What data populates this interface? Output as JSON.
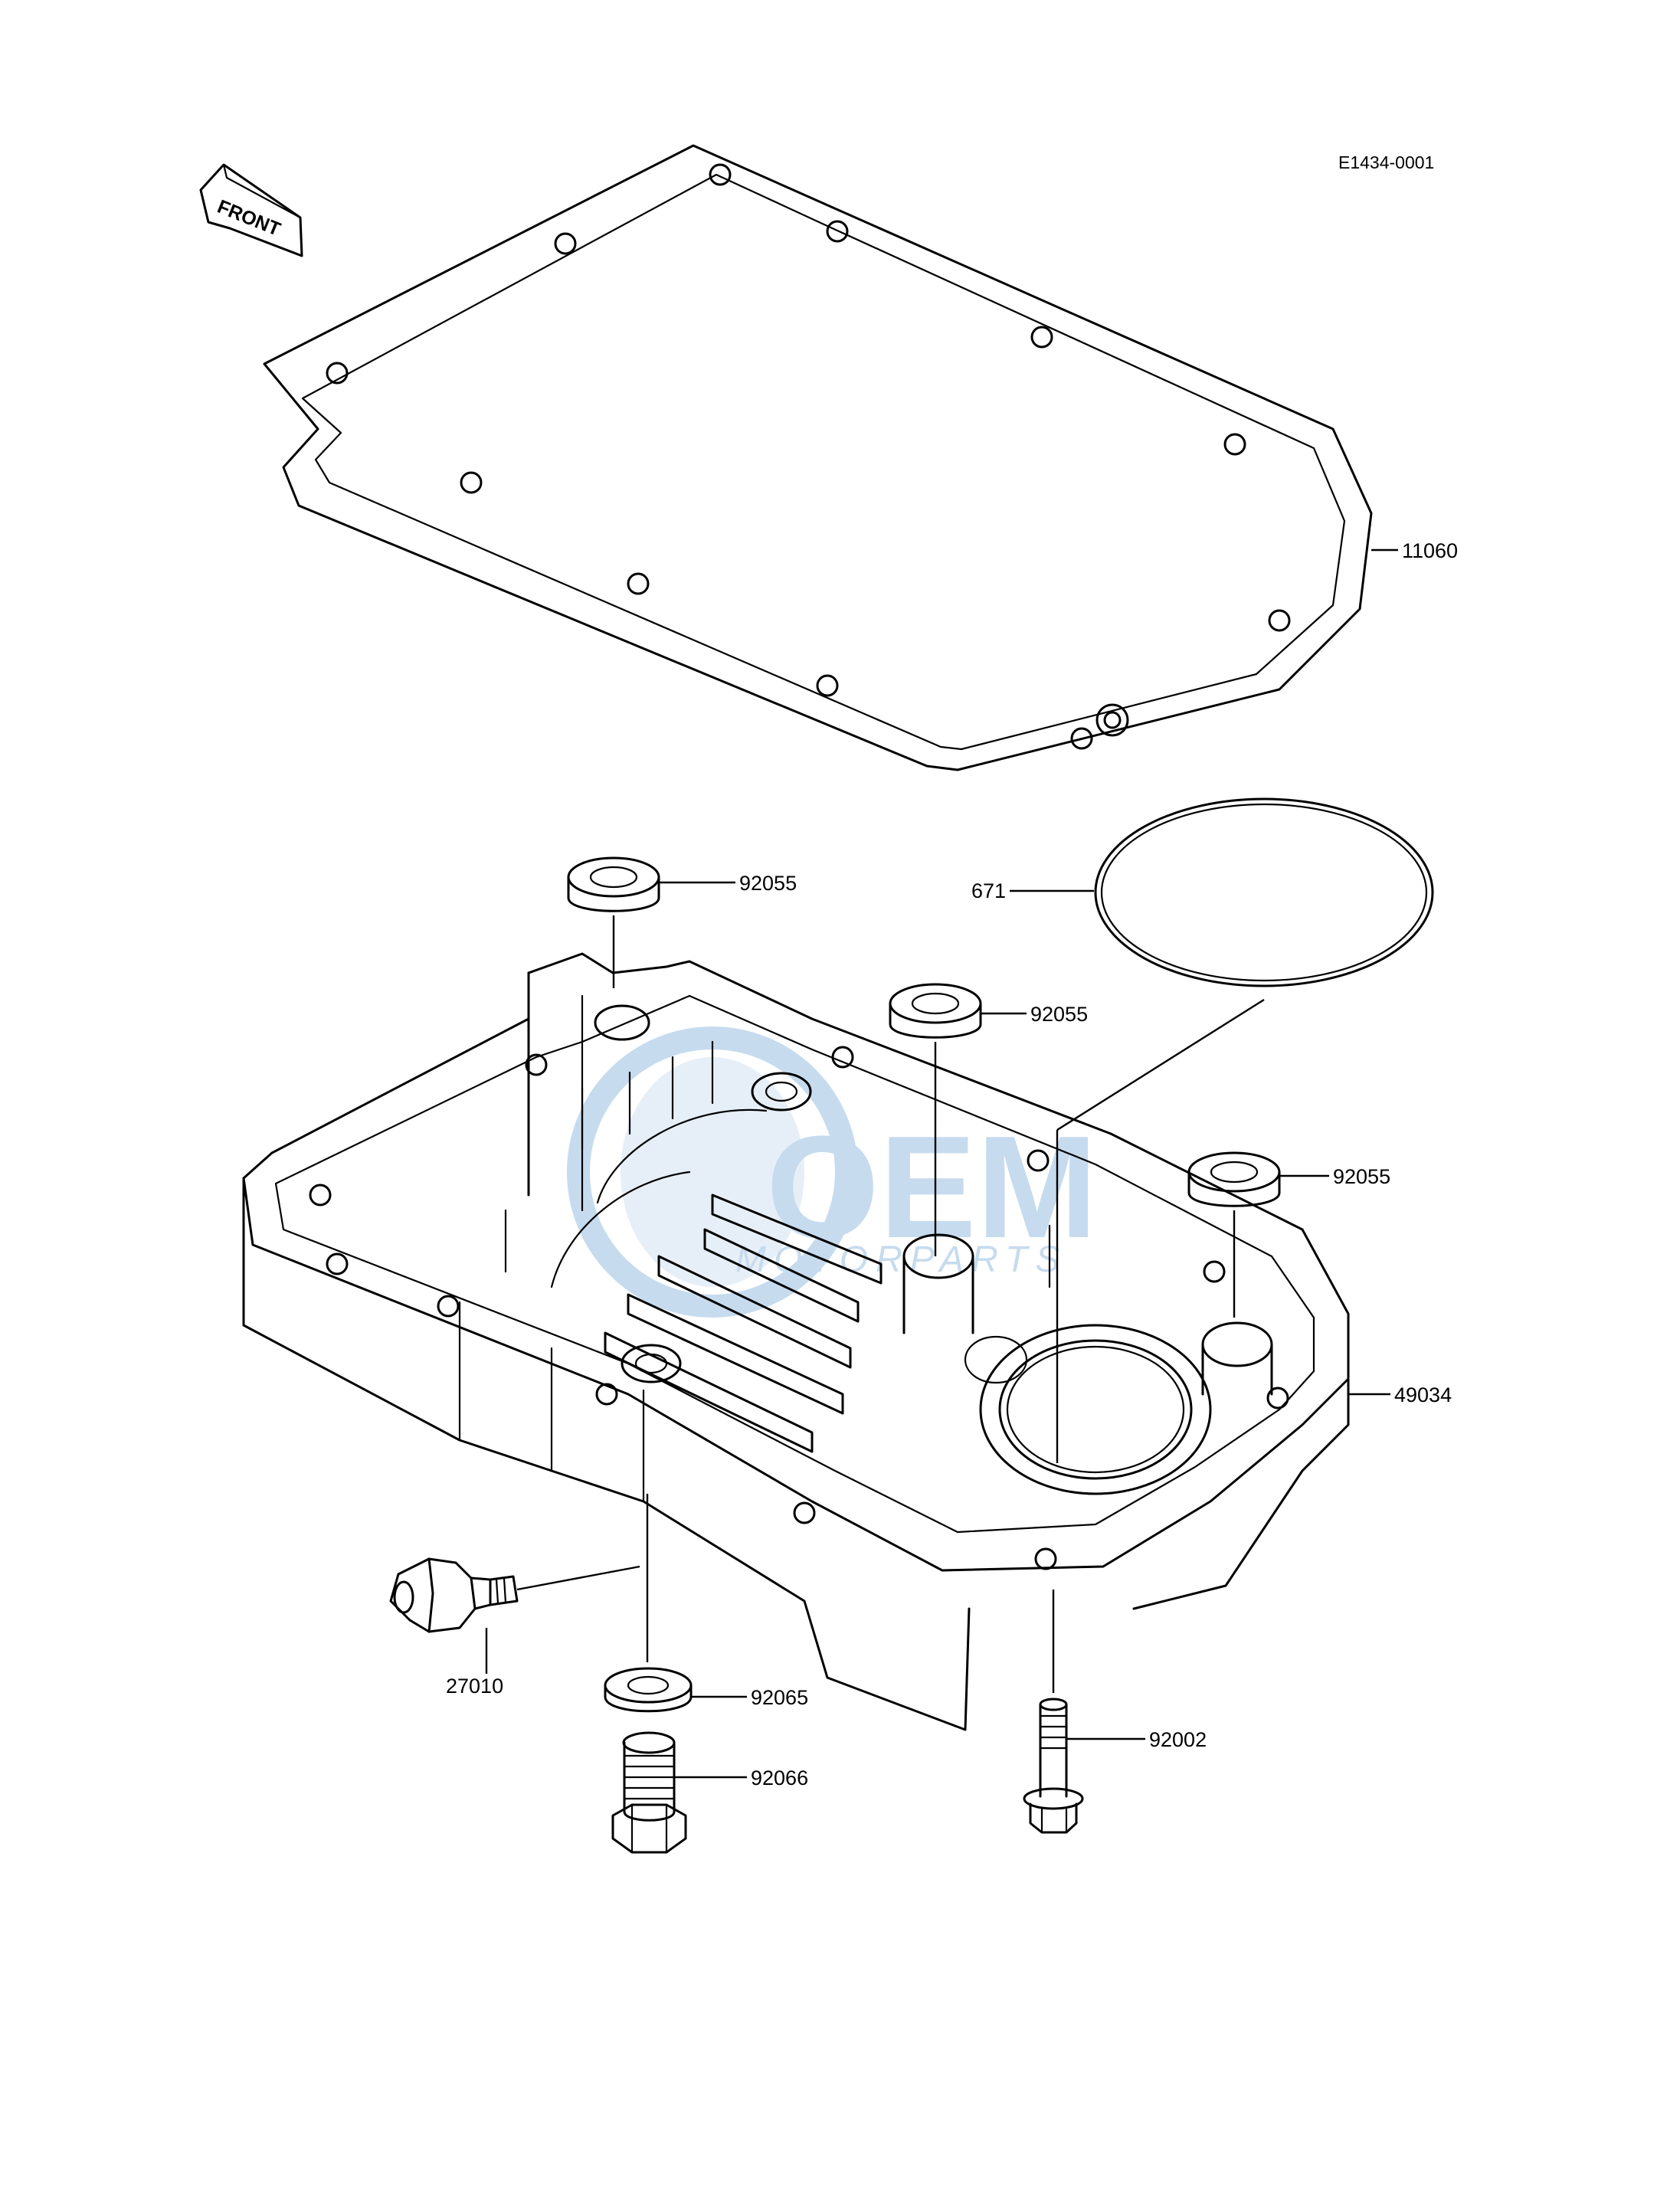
{
  "drawing_id": "E1434-0001",
  "front_marker": "FRONT",
  "watermark": {
    "brand": "OEM",
    "sub": "MOTORPARTS",
    "color": "#8fb8df"
  },
  "parts": {
    "gasket": "11060",
    "o_ring": "671",
    "collar_top": "92055",
    "collar_middle": "92055",
    "collar_right": "92055",
    "oil_pan": "49034",
    "switch": "27010",
    "washer": "92065",
    "plug": "92066",
    "bolt": "92002"
  }
}
